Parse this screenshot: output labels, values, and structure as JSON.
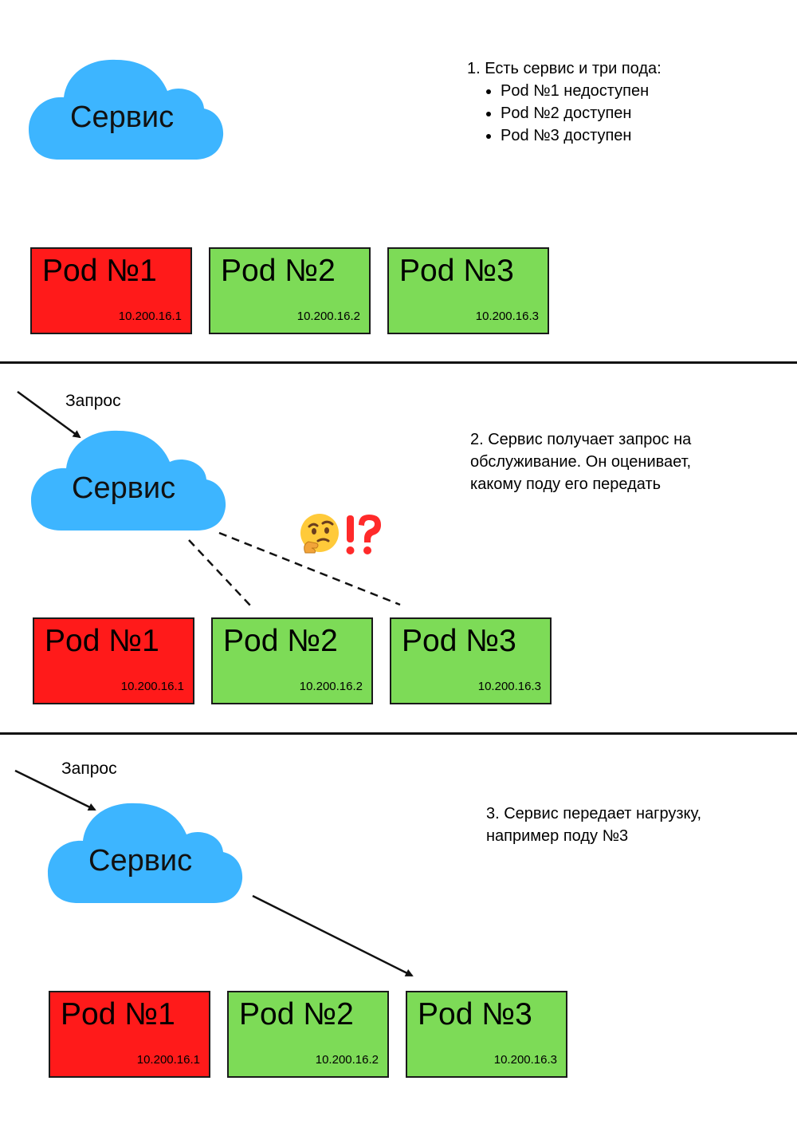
{
  "panel1": {
    "cloud_label": "Сервис",
    "note_title": "1. Есть сервис и три пода:",
    "note_items": [
      "Pod №1 недоступен",
      "Pod №2 доступен",
      "Pod №3 доступен"
    ],
    "pods": [
      {
        "name": "Pod №1",
        "ip": "10.200.16.1",
        "status": "unavailable"
      },
      {
        "name": "Pod №2",
        "ip": "10.200.16.2",
        "status": "available"
      },
      {
        "name": "Pod №3",
        "ip": "10.200.16.3",
        "status": "available"
      }
    ]
  },
  "panel2": {
    "request_label": "Запрос",
    "cloud_label": "Сервис",
    "note_lines": [
      "2. Сервис получает запрос на",
      "обслуживание. Он оценивает,",
      "какому поду его передать"
    ],
    "pods": [
      {
        "name": "Pod №1",
        "ip": "10.200.16.1",
        "status": "unavailable"
      },
      {
        "name": "Pod №2",
        "ip": "10.200.16.2",
        "status": "available"
      },
      {
        "name": "Pod №3",
        "ip": "10.200.16.3",
        "status": "available"
      }
    ],
    "thinking_icon": "thinking-face-icon",
    "interrobang_icon": "exclamation-question-icon"
  },
  "panel3": {
    "request_label": "Запрос",
    "cloud_label": "Сервис",
    "note_lines": [
      "3. Сервис передает нагрузку,",
      "например поду №3"
    ],
    "pods": [
      {
        "name": "Pod №1",
        "ip": "10.200.16.1",
        "status": "unavailable"
      },
      {
        "name": "Pod №2",
        "ip": "10.200.16.2",
        "status": "available"
      },
      {
        "name": "Pod №3",
        "ip": "10.200.16.3",
        "status": "available"
      }
    ]
  },
  "colors": {
    "cloud": "#3db5ff",
    "pod_unavailable": "#ff1a1a",
    "pod_available": "#7ddb57",
    "interrobang": "#ff2a2a",
    "emoji": "#ffca3a"
  }
}
